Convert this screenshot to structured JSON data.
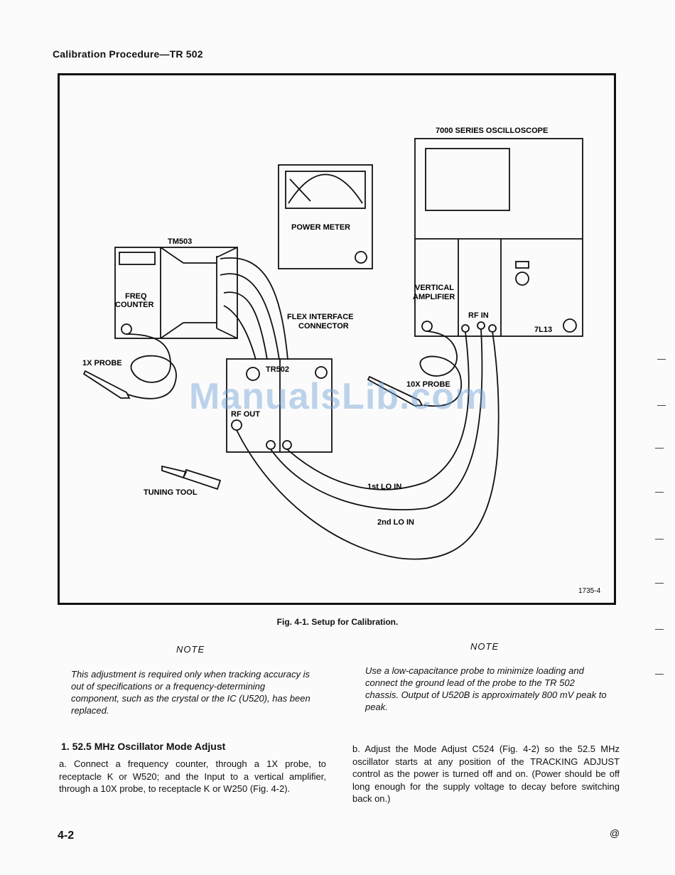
{
  "header": {
    "title": "Calibration Procedure—TR 502"
  },
  "figure": {
    "labels": {
      "oscilloscope": "7000 SERIES OSCILLOSCOPE",
      "tm503": "TM503",
      "power_meter": "POWER METER",
      "freq_counter_1": "FREQ",
      "freq_counter_2": "COUNTER",
      "flex_1": "FLEX INTERFACE",
      "flex_2": "CONNECTOR",
      "vertical_1": "VERTICAL",
      "vertical_2": "AMPLIFIER",
      "rf_in": "RF IN",
      "plugin": "7L13",
      "tr502": "TR502",
      "probe_1x": "1X PROBE",
      "probe_10x": "10X PROBE",
      "rf_out": "RF OUT",
      "tuning_tool": "TUNING TOOL",
      "lo1": "1st LO IN",
      "lo2": "2nd LO IN",
      "fig_number": "1735-4"
    },
    "caption": "Fig. 4-1. Setup for Calibration."
  },
  "note_left": {
    "title": "NOTE",
    "text": "This adjustment is required only when tracking accuracy is out of specifications or a frequency-determining component, such as the crystal or the IC (U520), has been replaced."
  },
  "note_right": {
    "title": "NOTE",
    "text": "Use a low-capacitance probe to minimize loading and connect the ground lead of the probe to the TR 502 chassis. Output of U520B is approximately 800 mV peak to peak."
  },
  "section": {
    "title": "1. 52.5 MHz Oscillator Mode Adjust",
    "para_a": "a. Connect a frequency counter, through a 1X probe, to receptacle K or W520; and the Input to a vertical amplifier, through a 10X probe, to receptacle K or W250 (Fig. 4-2).",
    "para_b": "b. Adjust the Mode Adjust C524 (Fig. 4-2) so the 52.5 MHz oscillator starts at any position of the TRACKING ADJUST control as the power is turned off and on. (Power should be off long enough for the supply voltage to decay before switching back on.)"
  },
  "footer": {
    "page_number": "4-2",
    "mark": "@"
  },
  "watermark": "ManualsLib.com"
}
